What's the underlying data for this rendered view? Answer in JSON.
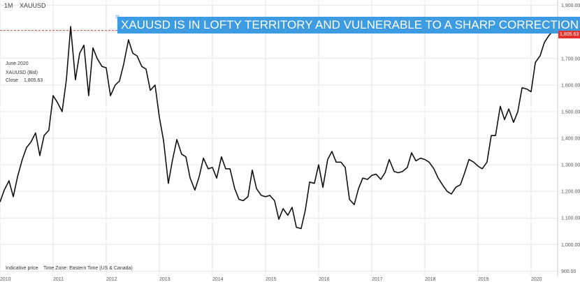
{
  "header": {
    "timeframe": "1M",
    "symbol": "XAUUSD"
  },
  "annotation": {
    "banner": "XAUUSD IS IN LOFTY TERRITORY AND VULNERABLE TO A SHARP CORRECTION"
  },
  "info": {
    "date": "June 2020",
    "instrument": "XAUUSD (Bid)",
    "close_label": "Close",
    "close_value": "1,805.63"
  },
  "footer": {
    "indicative": "Indicative price",
    "timezone": "Time Zone: Eastern Time (US & Canada)"
  },
  "price_tag": "1,805.63",
  "colors": {
    "line": "#111111",
    "grid": "#e6e6e6",
    "ref_line": "#d9534f",
    "banner": "#3d9be1",
    "price_tag": "#e0332e"
  },
  "chart_data": {
    "type": "line",
    "title": "",
    "xlabel": "",
    "ylabel": "",
    "ylim": [
      880,
      1920
    ],
    "xlim": [
      2010.0,
      2020.5
    ],
    "grid": true,
    "y_ticks": [
      "900.00",
      "1,000.00",
      "1,100.00",
      "1,200.00",
      "1,300.00",
      "1,400.00",
      "1,500.00",
      "1,600.00",
      "1,700.00",
      "1,800.00",
      "1,900.00"
    ],
    "x_ticks": [
      "2010",
      "2011",
      "2012",
      "2013",
      "2014",
      "2015",
      "2016",
      "2017",
      "2018",
      "2019",
      "2020"
    ],
    "reference_line": 1805.63,
    "series": [
      {
        "x": [
          2010.0,
          2010.08,
          2010.17,
          2010.25,
          2010.33,
          2010.42,
          2010.5,
          2010.58,
          2010.67,
          2010.75,
          2010.83,
          2010.92,
          2011.0,
          2011.08,
          2011.17,
          2011.25,
          2011.33,
          2011.42,
          2011.5,
          2011.58,
          2011.67,
          2011.75,
          2011.83,
          2011.92,
          2012.0,
          2012.08,
          2012.17,
          2012.25,
          2012.33,
          2012.42,
          2012.5,
          2012.58,
          2012.67,
          2012.75,
          2012.83,
          2012.92,
          2013.0,
          2013.08,
          2013.17,
          2013.25,
          2013.33,
          2013.42,
          2013.5,
          2013.58,
          2013.67,
          2013.75,
          2013.83,
          2013.92,
          2014.0,
          2014.08,
          2014.17,
          2014.25,
          2014.33,
          2014.42,
          2014.5,
          2014.58,
          2014.67,
          2014.75,
          2014.83,
          2014.92,
          2015.0,
          2015.08,
          2015.17,
          2015.25,
          2015.33,
          2015.42,
          2015.5,
          2015.58,
          2015.67,
          2015.75,
          2015.83,
          2015.92,
          2016.0,
          2016.08,
          2016.17,
          2016.25,
          2016.33,
          2016.42,
          2016.5,
          2016.58,
          2016.67,
          2016.75,
          2016.83,
          2016.92,
          2017.0,
          2017.08,
          2017.17,
          2017.25,
          2017.33,
          2017.42,
          2017.5,
          2017.58,
          2017.67,
          2017.75,
          2017.83,
          2017.92,
          2018.0,
          2018.08,
          2018.17,
          2018.25,
          2018.33,
          2018.42,
          2018.5,
          2018.58,
          2018.67,
          2018.75,
          2018.83,
          2018.92,
          2019.0,
          2019.08,
          2019.17,
          2019.25,
          2019.33,
          2019.42,
          2019.5,
          2019.58,
          2019.67,
          2019.75,
          2019.83,
          2019.92,
          2020.0,
          2020.08,
          2020.17,
          2020.25,
          2020.33,
          2020.42
        ],
        "y": [
          1160,
          1205,
          1240,
          1180,
          1255,
          1320,
          1365,
          1385,
          1420,
          1335,
          1410,
          1430,
          1560,
          1535,
          1500,
          1620,
          1820,
          1620,
          1720,
          1750,
          1560,
          1740,
          1700,
          1670,
          1665,
          1560,
          1600,
          1615,
          1680,
          1770,
          1720,
          1710,
          1670,
          1660,
          1580,
          1600,
          1480,
          1390,
          1230,
          1320,
          1395,
          1340,
          1330,
          1250,
          1205,
          1255,
          1325,
          1285,
          1290,
          1250,
          1330,
          1285,
          1285,
          1210,
          1170,
          1165,
          1180,
          1280,
          1210,
          1185,
          1180,
          1185,
          1165,
          1095,
          1135,
          1110,
          1140,
          1065,
          1060,
          1130,
          1235,
          1230,
          1300,
          1215,
          1320,
          1350,
          1310,
          1310,
          1290,
          1170,
          1150,
          1210,
          1250,
          1245,
          1260,
          1265,
          1245,
          1270,
          1320,
          1275,
          1270,
          1275,
          1290,
          1345,
          1315,
          1325,
          1320,
          1310,
          1285,
          1250,
          1225,
          1200,
          1190,
          1215,
          1225,
          1270,
          1320,
          1310,
          1295,
          1285,
          1310,
          1410,
          1410,
          1520,
          1470,
          1510,
          1460,
          1500,
          1590,
          1585,
          1575,
          1685,
          1710,
          1760,
          1785,
          1805.63
        ]
      }
    ]
  }
}
